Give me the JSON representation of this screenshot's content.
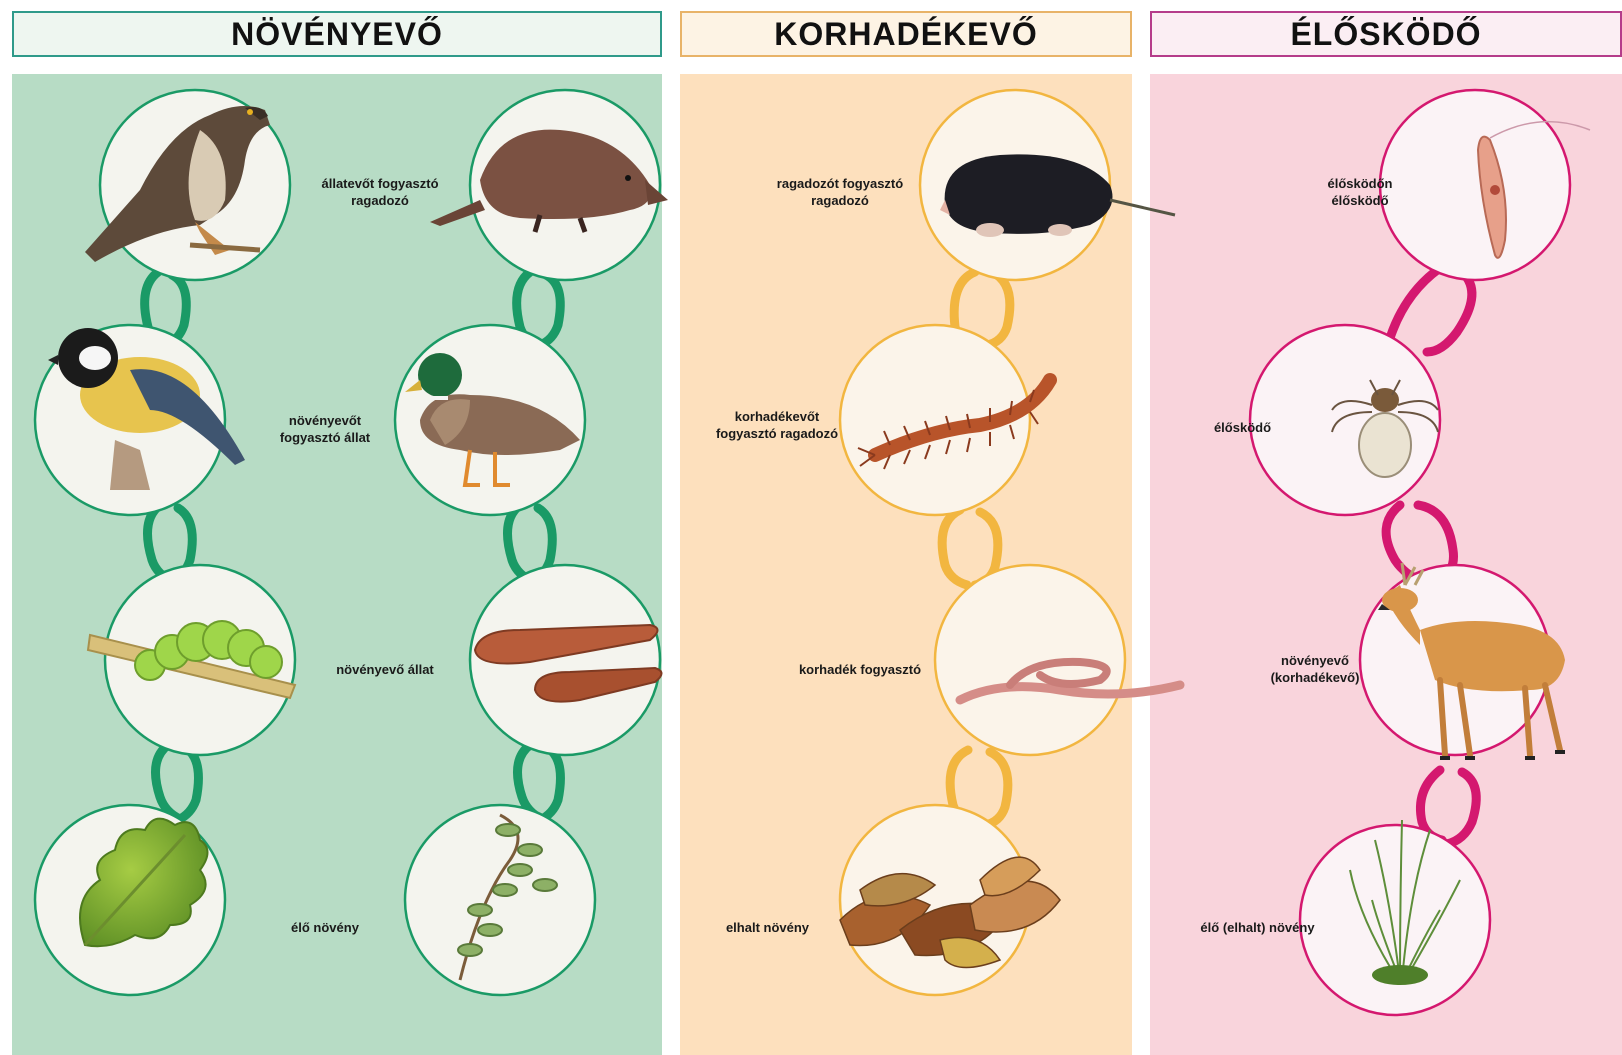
{
  "colors": {
    "green_panel": "#b7dcc5",
    "green_chain": "#1a9a66",
    "orange_panel": "#fde0bd",
    "orange_chain": "#f2b640",
    "pink_panel": "#f9d4dc",
    "pink_chain": "#d4186f",
    "circle_fill": "#f4f4ee"
  },
  "columns": [
    {
      "heading": "NÖVÉNYEVŐ",
      "labels": [
        {
          "lines": [
            "állatevőt fogyasztó",
            "ragadozó"
          ]
        },
        {
          "lines": [
            "növényevőt",
            "fogyasztó állat"
          ]
        },
        {
          "lines": [
            "növényevő állat"
          ]
        },
        {
          "lines": [
            "élő növény"
          ]
        }
      ],
      "chains": [
        {
          "items": [
            {
              "icon": "hawk-icon",
              "name": "hawk"
            },
            {
              "icon": "great-tit-icon",
              "name": "great tit"
            },
            {
              "icon": "caterpillar-icon",
              "name": "caterpillar"
            },
            {
              "icon": "oak-leaf-icon",
              "name": "oak leaf"
            }
          ]
        },
        {
          "items": [
            {
              "icon": "shrew-icon",
              "name": "water shrew"
            },
            {
              "icon": "duck-icon",
              "name": "mallard"
            },
            {
              "icon": "leech-icon",
              "name": "leech"
            },
            {
              "icon": "water-plant-icon",
              "name": "water plant"
            }
          ]
        }
      ]
    },
    {
      "heading": "KORHADÉKEVŐ",
      "labels": [
        {
          "lines": [
            "ragadozót fogyasztó",
            "ragadozó"
          ]
        },
        {
          "lines": [
            "korhadékevőt",
            "fogyasztó ragadozó"
          ]
        },
        {
          "lines": [
            "korhadék fogyasztó"
          ]
        },
        {
          "lines": [
            "elhalt növény"
          ]
        }
      ],
      "chains": [
        {
          "items": [
            {
              "icon": "mole-icon",
              "name": "mole"
            },
            {
              "icon": "centipede-icon",
              "name": "centipede"
            },
            {
              "icon": "earthworm-icon",
              "name": "earthworm"
            },
            {
              "icon": "dead-leaves-icon",
              "name": "dead leaves"
            }
          ]
        }
      ]
    },
    {
      "heading": "ÉLŐSKÖDŐ",
      "labels": [
        {
          "lines": [
            "élősködőn",
            "élősködő"
          ]
        },
        {
          "lines": [
            "élősködő"
          ]
        },
        {
          "lines": [
            "növényevő",
            "(korhadékevő)"
          ]
        },
        {
          "lines": [
            "élő (elhalt) növény"
          ]
        }
      ],
      "chains": [
        {
          "items": [
            {
              "icon": "protozoan-icon",
              "name": "protozoan"
            },
            {
              "icon": "tick-icon",
              "name": "tick"
            },
            {
              "icon": "roe-deer-icon",
              "name": "roe deer"
            },
            {
              "icon": "grass-icon",
              "name": "grass"
            }
          ]
        }
      ]
    }
  ]
}
